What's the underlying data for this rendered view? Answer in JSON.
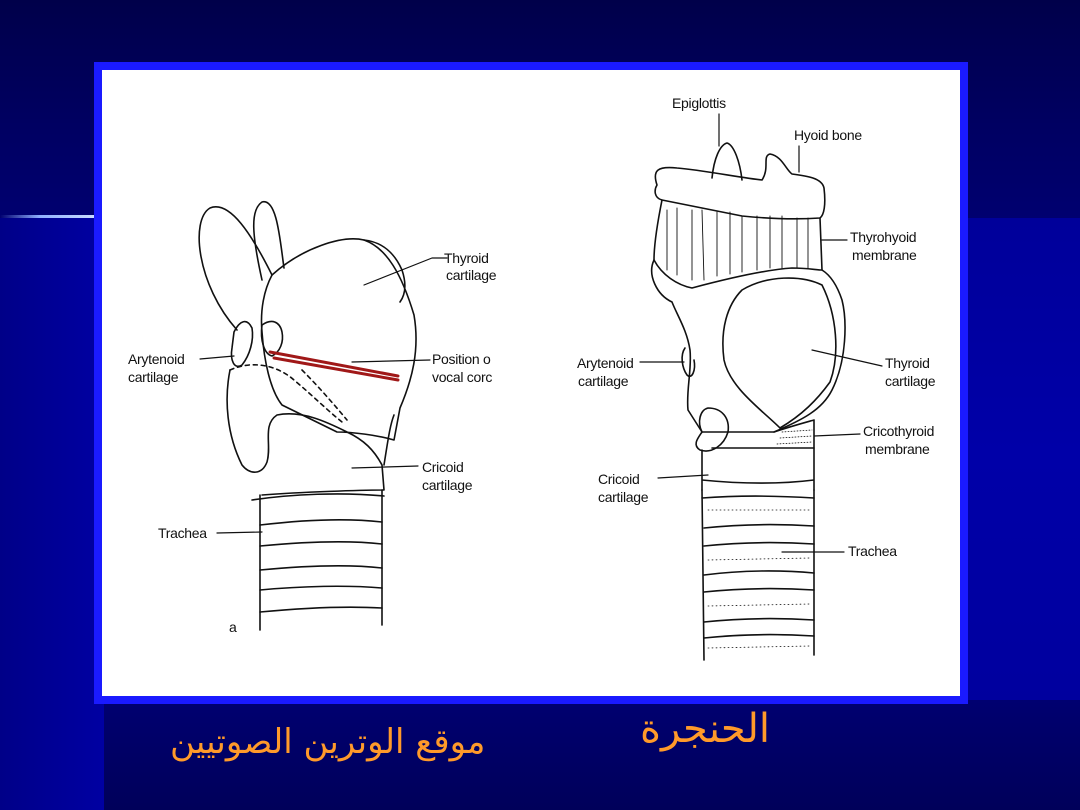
{
  "colors": {
    "frame": "#1a1aff",
    "caption": "#ff9a2a",
    "vocal_cords": "#a01818"
  },
  "left_diagram": {
    "labels": {
      "thyroid_l1": "Thyroid",
      "thyroid_l2": "cartilage",
      "position_l1": "Position o",
      "position_l2": "vocal corc",
      "arytenoid_l1": "Arytenoid",
      "arytenoid_l2": "cartilage",
      "cricoid_l1": "Cricoid",
      "cricoid_l2": "cartilage",
      "trachea": "Trachea",
      "panel_letter": "a"
    }
  },
  "right_diagram": {
    "labels": {
      "epiglottis": "Epiglottis",
      "hyoid": "Hyoid bone",
      "thyrohyoid_l1": "Thyrohyoid",
      "thyrohyoid_l2": "membrane",
      "arytenoid_l1": "Arytenoid",
      "arytenoid_l2": "cartilage",
      "thyroid_l1": "Thyroid",
      "thyroid_l2": "cartilage",
      "cricothyroid_l1": "Cricothyroid",
      "cricothyroid_l2": "membrane",
      "cricoid_l1": "Cricoid",
      "cricoid_l2": "cartilage",
      "trachea": "Trachea"
    }
  },
  "captions": {
    "left": "موقع الوترين الصوتيين",
    "right": "الحنجرة"
  }
}
